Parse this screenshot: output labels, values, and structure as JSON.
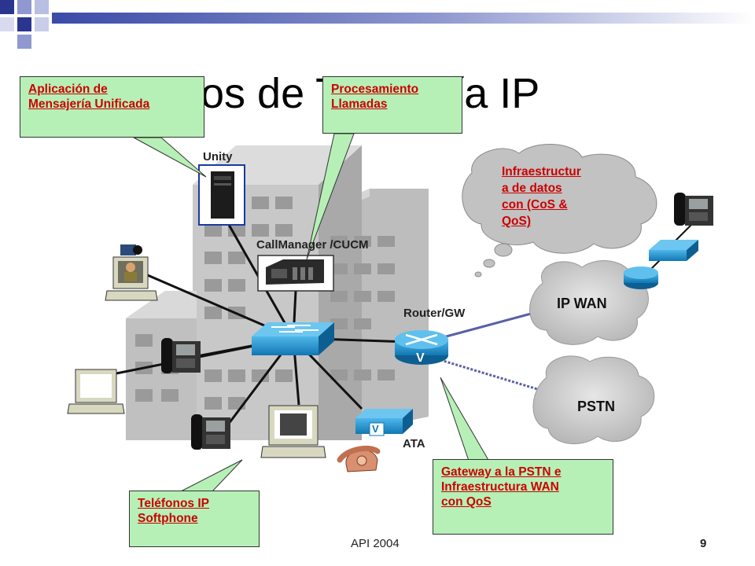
{
  "slide": {
    "title_visible": "tos de Telefonía IP",
    "footer": "API 2004",
    "page_number": "9"
  },
  "callouts": {
    "messaging": [
      "Aplicación de",
      "Mensajería Unificada"
    ],
    "call_processing": [
      "Procesamiento",
      "Llamadas"
    ],
    "phones": [
      "Teléfonos IP",
      "Softphone"
    ],
    "gateway": [
      "Gateway a la PSTN e",
      "Infraestructura WAN",
      "con QoS"
    ]
  },
  "cloud_text": [
    "Infraestructur",
    "a de datos",
    "con (CoS &",
    "QoS)"
  ],
  "labels": {
    "unity": "Unity",
    "callmanager": "CallManager /CUCM",
    "router": "Router/GW",
    "ata": "ATA",
    "ip_wan": "IP WAN",
    "pstn": "PSTN",
    "ata_badge": "V"
  },
  "colors": {
    "callout_bg": "#b6f0b6",
    "callout_text": "#cc0000",
    "cisco_blue": "#1a8fc8",
    "building": "#c4c4c4",
    "cloud": "#c9c9c9"
  }
}
